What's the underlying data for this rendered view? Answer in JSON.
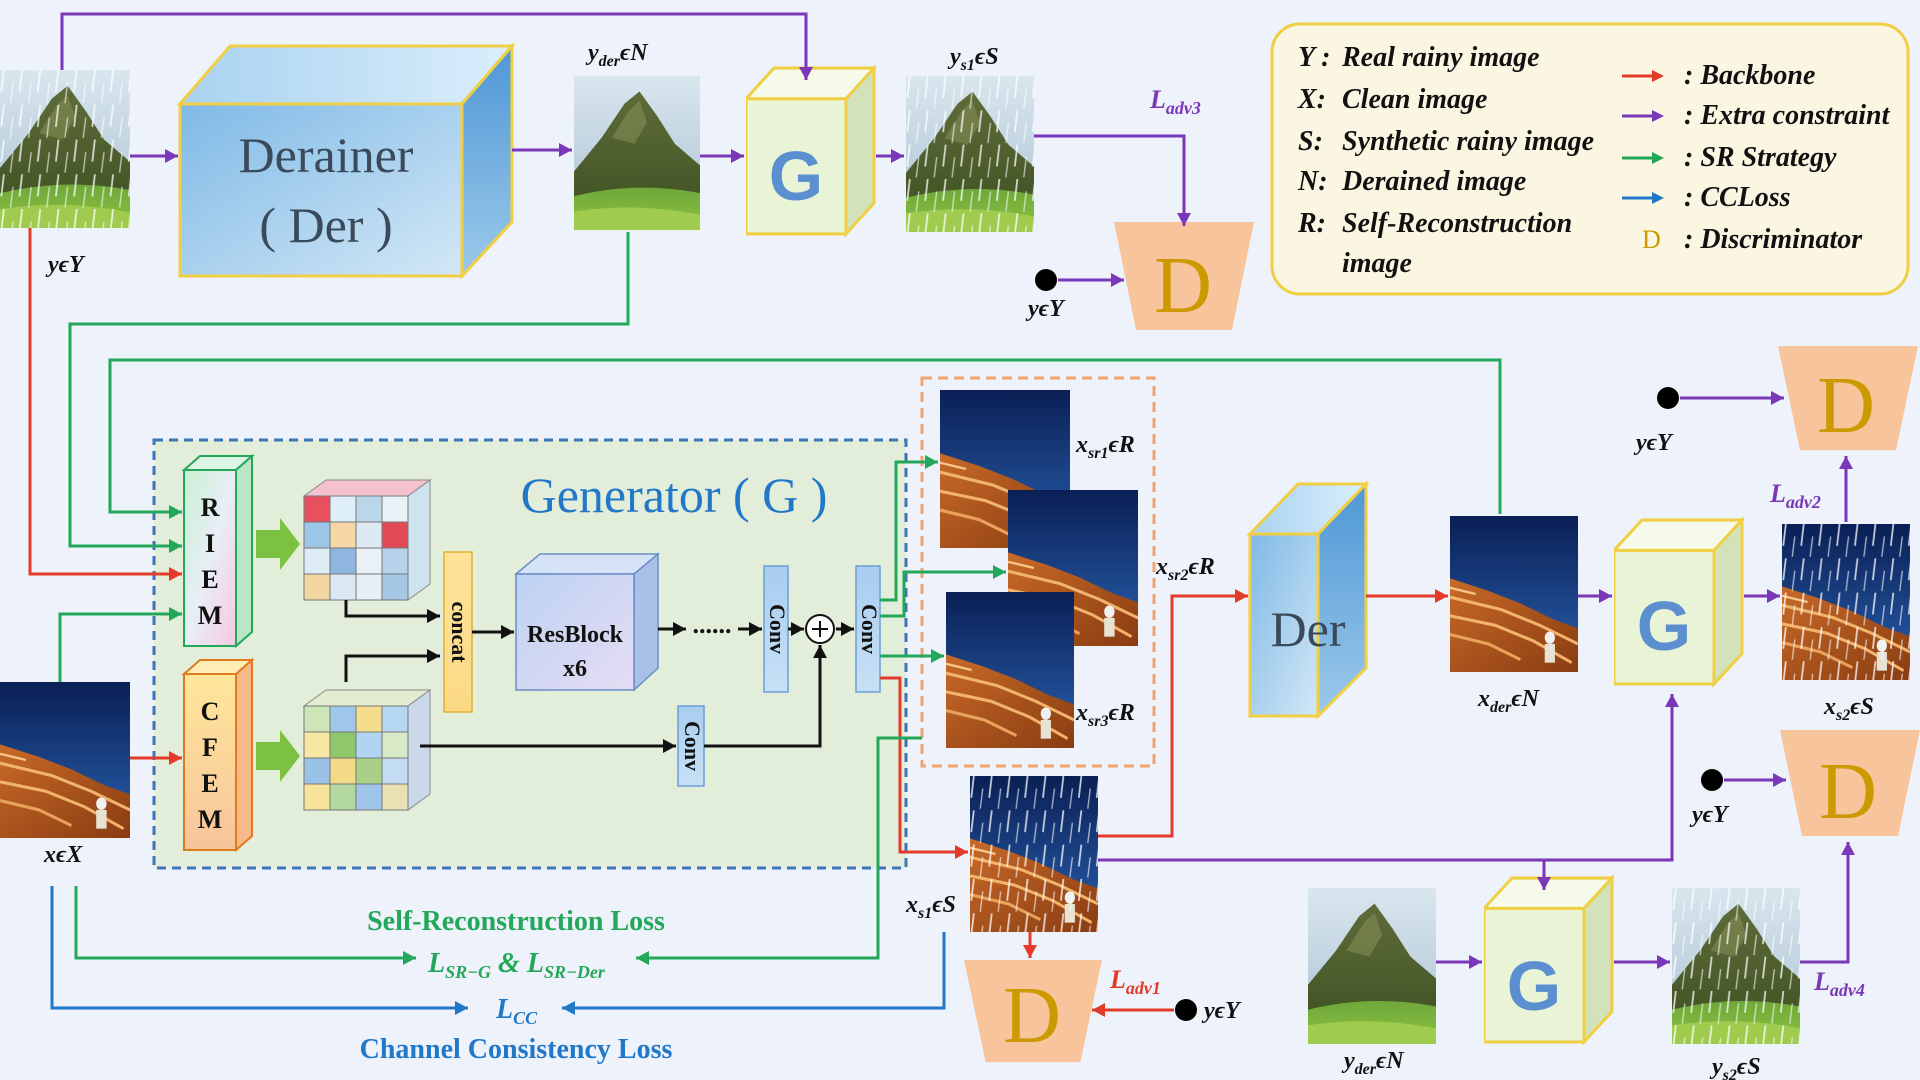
{
  "colors": {
    "backbone": "#e33a2a",
    "extra": "#7a37b8",
    "sr": "#23a85a",
    "ccloss": "#2177c8",
    "disc_fill": "#f7c49b",
    "disc_text": "#cc9a00",
    "cube_front": "#e9f4d7",
    "cube_top": "#f6faea",
    "cube_side": "#d2e2b9",
    "cube_edge": "#f0cf45",
    "gen_bg": "#e3eeda",
    "gen_border": "#3e74b9"
  },
  "legend": {
    "defs": [
      {
        "key": "Y :",
        "text": "Real rainy image"
      },
      {
        "key": "X:",
        "text": "Clean image"
      },
      {
        "key": "S:",
        "text": "Synthetic rainy image"
      },
      {
        "key": "N:",
        "text": "Derained image"
      },
      {
        "key": "R:",
        "text": "Self-Reconstruction"
      },
      {
        "key": "",
        "text": "image"
      }
    ],
    "arrows": [
      {
        "color": "backbone",
        "text": ": Backbone"
      },
      {
        "color": "extra",
        "text": ": Extra constraint"
      },
      {
        "color": "sr",
        "text": ": SR Strategy"
      },
      {
        "color": "ccloss",
        "text": ": CCLoss"
      },
      {
        "color": "disc",
        "text": ": Discriminator",
        "icon": "D"
      }
    ]
  },
  "top": {
    "derainer_title": "Derainer",
    "derainer_sub": "( Der )",
    "g": "G",
    "d": "D",
    "labels": {
      "y_in": "yϵY",
      "y_der": "yderϵN",
      "y_s1": "ys1ϵS",
      "l_adv3": "Ladv3",
      "y_d": "yϵY"
    }
  },
  "generator": {
    "title": "Generator ( G )",
    "riem": [
      "R",
      "I",
      "E",
      "M"
    ],
    "cfem": [
      "C",
      "F",
      "E",
      "M"
    ],
    "concat": "concat",
    "resblock": [
      "ResBlock",
      "x6"
    ],
    "dots": "......",
    "conv": "Conv",
    "x_in": "xϵX"
  },
  "right": {
    "labels": {
      "x_sr1": "xsr1ϵR",
      "x_sr2": "xsr2ϵR",
      "x_sr3": "xsr3ϵR",
      "x_s1": "xs1ϵS",
      "x_der": "xderϵN",
      "x_s2": "xs2ϵS",
      "y_der2": "yderϵN",
      "y_s2": "ys2ϵS",
      "l_adv1": "Ladv1",
      "l_adv2": "Ladv2",
      "l_adv4": "Ladv4",
      "y1": "yϵY",
      "y2": "yϵY",
      "y3": "yϵY"
    },
    "der": "Der",
    "g": "G",
    "d": "D"
  },
  "losses": {
    "sr_title": "Self-Reconstruction Loss",
    "sr_formula": "LSR−G & LSR−Der",
    "cc_formula": "LCC",
    "cc_title": "Channel Consistency Loss"
  }
}
